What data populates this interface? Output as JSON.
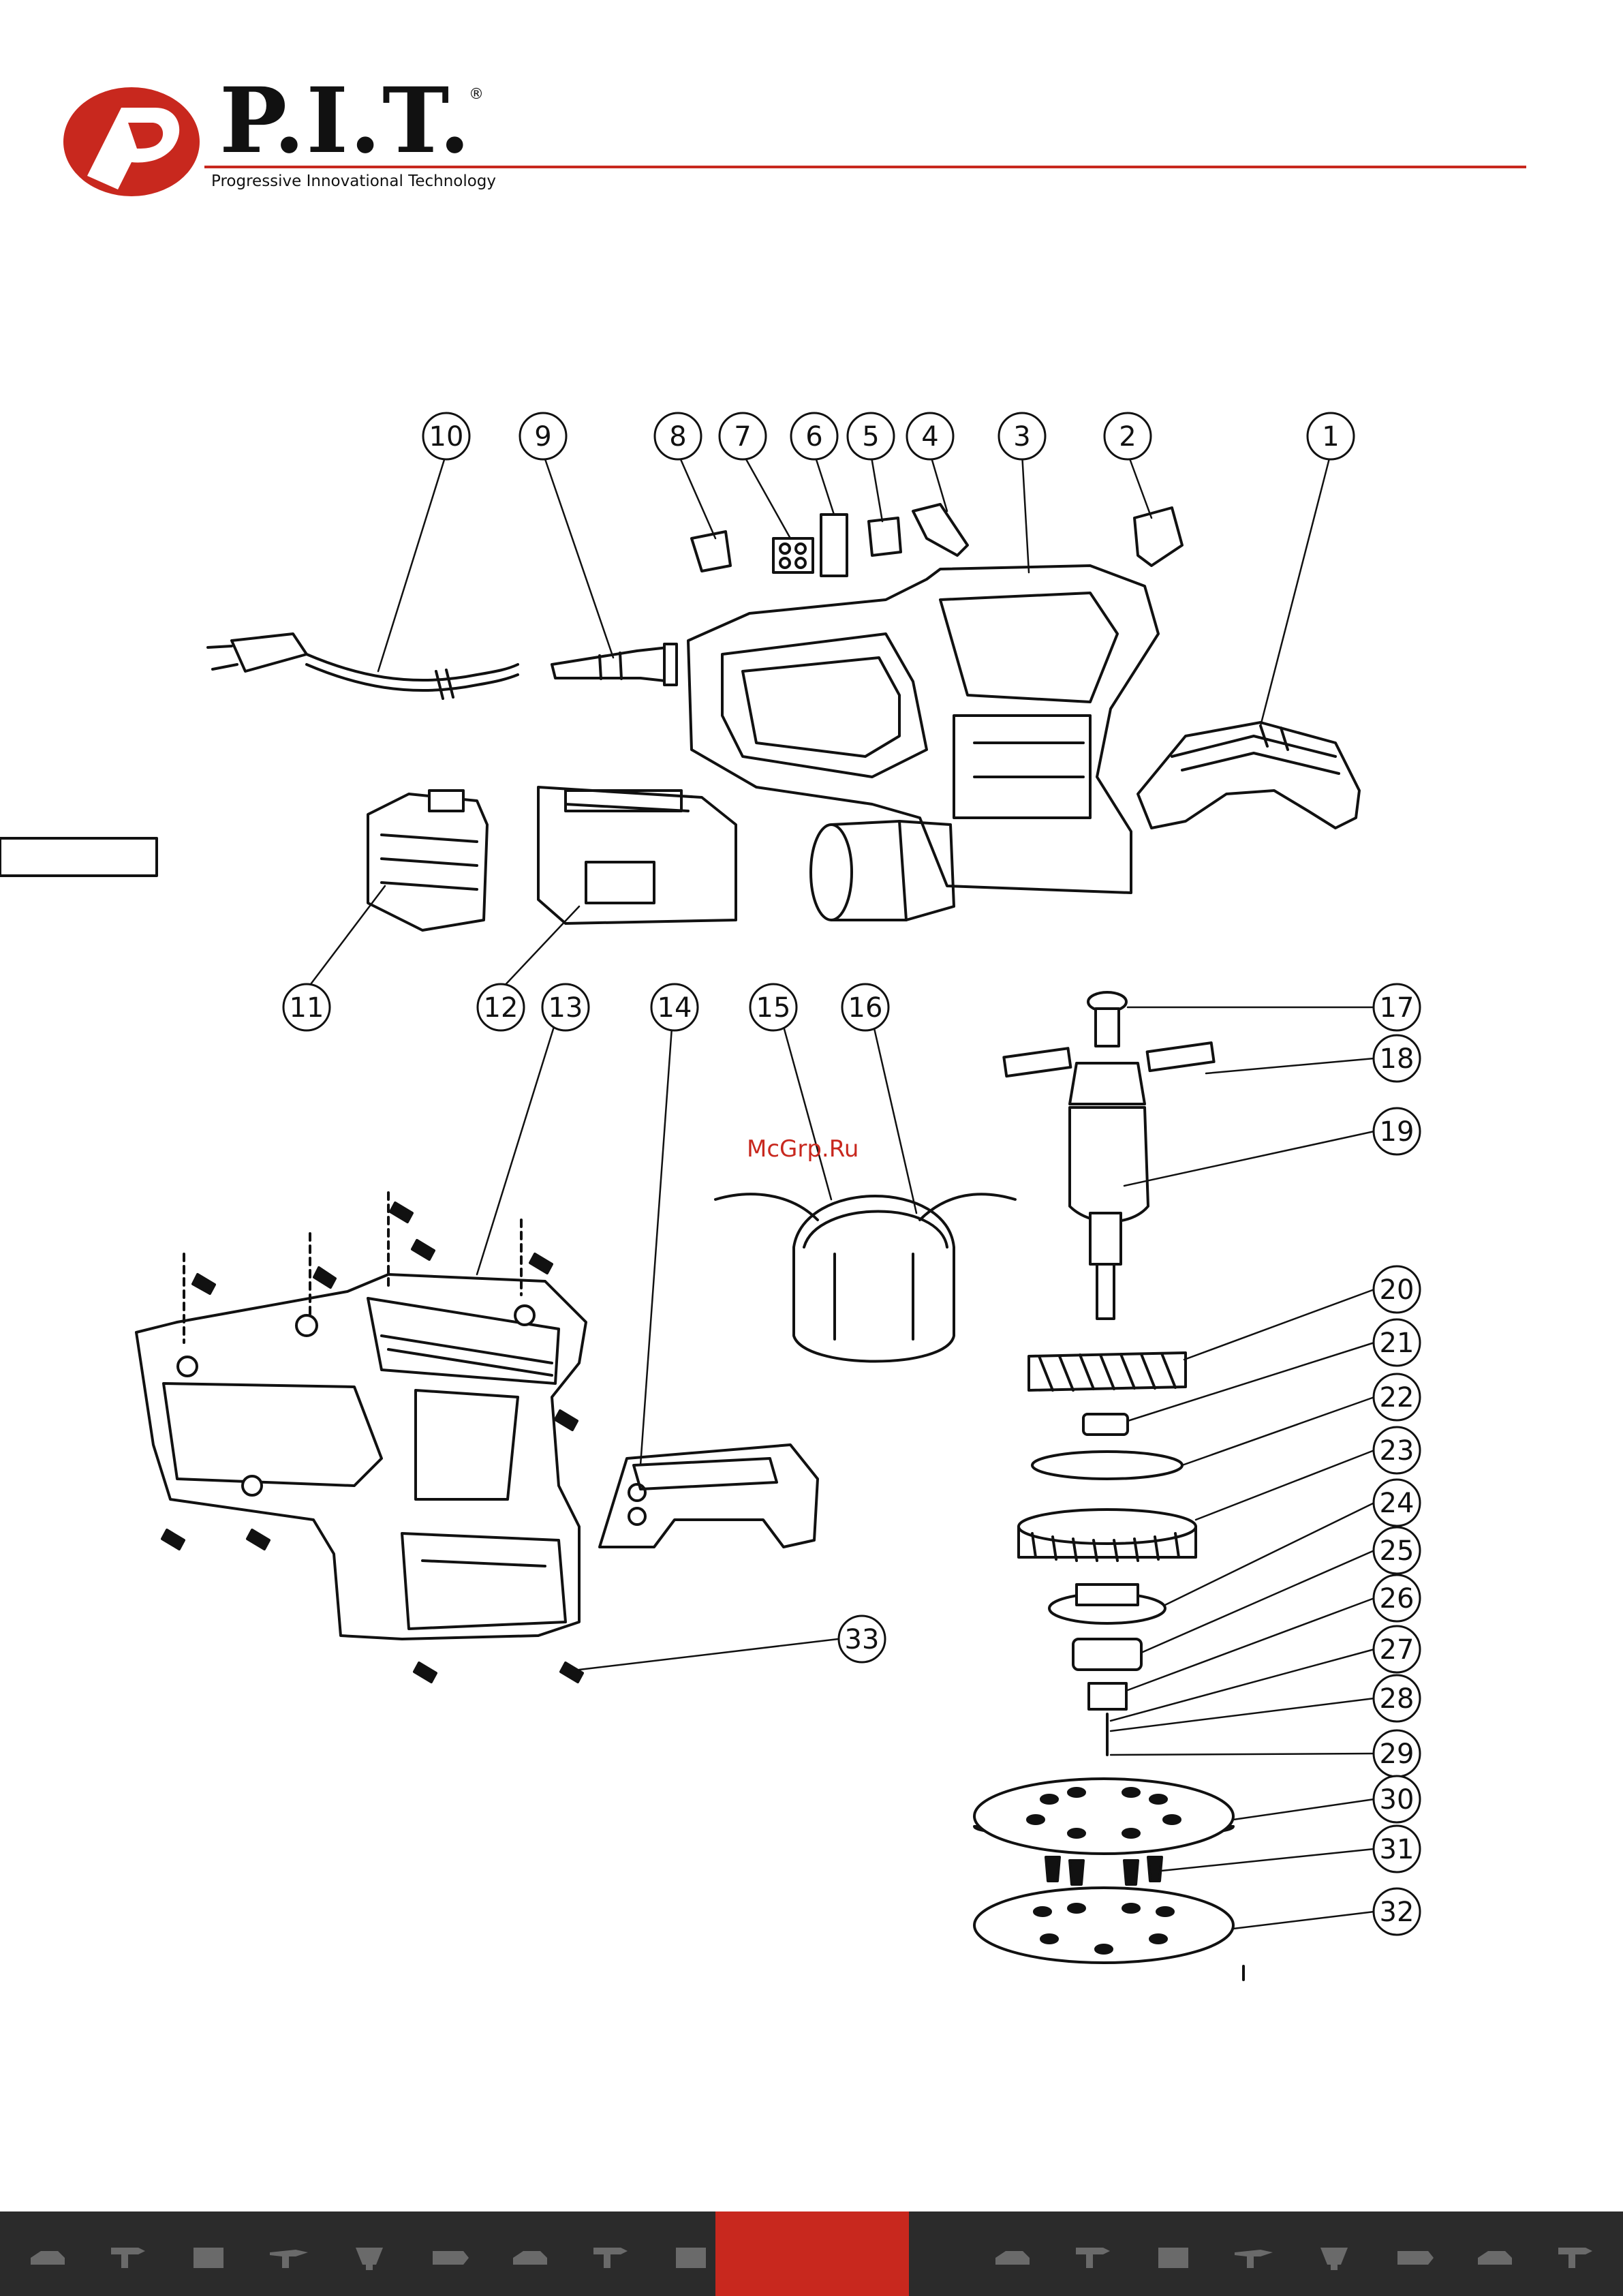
{
  "brand": {
    "name": "P.I.T.",
    "registered_mark": "®",
    "tagline": "Progressive Innovational Technology"
  },
  "watermark": "McGrp.Ru",
  "colors": {
    "accent": "#c8281e",
    "footer_bg": "#2b2b2b",
    "line": "#111111"
  },
  "callouts": [
    "1",
    "2",
    "3",
    "4",
    "5",
    "6",
    "7",
    "8",
    "9",
    "10",
    "11",
    "12",
    "13",
    "14",
    "15",
    "16",
    "17",
    "18",
    "19",
    "20",
    "21",
    "22",
    "23",
    "24",
    "25",
    "26",
    "27",
    "28",
    "29",
    "30",
    "31",
    "32",
    "33"
  ],
  "footer_icons": [
    "sander-icon",
    "drill-icon",
    "welder-icon",
    "hammer-drill-icon",
    "mixer-icon",
    "saw-icon",
    "sander-icon",
    "drill-icon",
    "welder-icon",
    "hammer-drill-icon",
    "mixer-icon",
    "saw-icon",
    "sander-icon",
    "drill-icon",
    "welder-icon",
    "hammer-drill-icon",
    "mixer-icon",
    "saw-icon",
    "sander-icon",
    "drill-icon"
  ]
}
